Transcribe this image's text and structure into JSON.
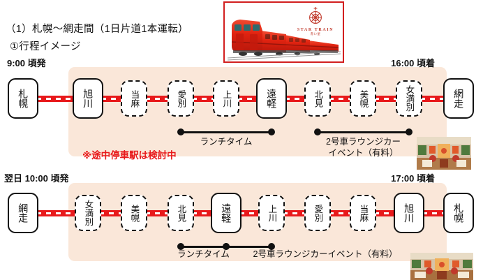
{
  "header": {
    "title": "（1）札幌〜網走間（1日片道1本運転）",
    "subtitle": "①行程イメージ"
  },
  "colors": {
    "rail_red": "#e8191b",
    "panel_beige": "#fae7d9",
    "note_red": "#e8191b",
    "photo_border": "#d21f1f",
    "text_black": "#111111"
  },
  "train_photo": {
    "alt_name": "star-train-exterior-photo",
    "logo_text": "STAR TRAIN",
    "logo_sub": "赤い星",
    "emblem": "star-emblem-icon"
  },
  "interior_photos": [
    {
      "alt_name": "lounge-car-interior-photo-top"
    },
    {
      "alt_name": "lounge-car-interior-photo-bottom"
    }
  ],
  "note": "※途中停車駅は検討中",
  "routes": [
    {
      "id": "outbound",
      "depart_label": "9:00 頃発",
      "arrive_label": "16:00 頃着",
      "stations": [
        {
          "name": "札幌",
          "type": "major"
        },
        {
          "name": "旭川",
          "type": "major"
        },
        {
          "name": "当麻",
          "type": "minor"
        },
        {
          "name": "愛別",
          "type": "minor"
        },
        {
          "name": "上川",
          "type": "minor"
        },
        {
          "name": "遠軽",
          "type": "major"
        },
        {
          "name": "北見",
          "type": "minor"
        },
        {
          "name": "美幌",
          "type": "minor"
        },
        {
          "name": "女満別",
          "type": "minor"
        },
        {
          "name": "網走",
          "type": "major"
        }
      ],
      "events": [
        {
          "label": "ランチタイム",
          "from": "愛別",
          "to": "遠軽"
        },
        {
          "label": "2号車ラウンジカー\nイベント（有料）",
          "label_line1": "2号車ラウンジカー",
          "label_line2": "イベント（有料）",
          "from": "北見",
          "to": "女満別"
        }
      ]
    },
    {
      "id": "inbound",
      "depart_label": "翌日 10:00 頃発",
      "arrive_label": "17:00 頃着",
      "stations": [
        {
          "name": "網走",
          "type": "major"
        },
        {
          "name": "女満別",
          "type": "minor"
        },
        {
          "name": "美幌",
          "type": "minor"
        },
        {
          "name": "北見",
          "type": "minor"
        },
        {
          "name": "遠軽",
          "type": "major"
        },
        {
          "name": "上川",
          "type": "minor"
        },
        {
          "name": "愛別",
          "type": "minor"
        },
        {
          "name": "当麻",
          "type": "minor"
        },
        {
          "name": "旭川",
          "type": "major"
        },
        {
          "name": "札幌",
          "type": "major"
        }
      ],
      "events": [
        {
          "label": "ランチタイム",
          "from": "北見",
          "to": "遠軽"
        },
        {
          "label": "2号車ラウンジカーイベント（有料）",
          "from": "遠軽",
          "to": "上川"
        }
      ]
    }
  ]
}
